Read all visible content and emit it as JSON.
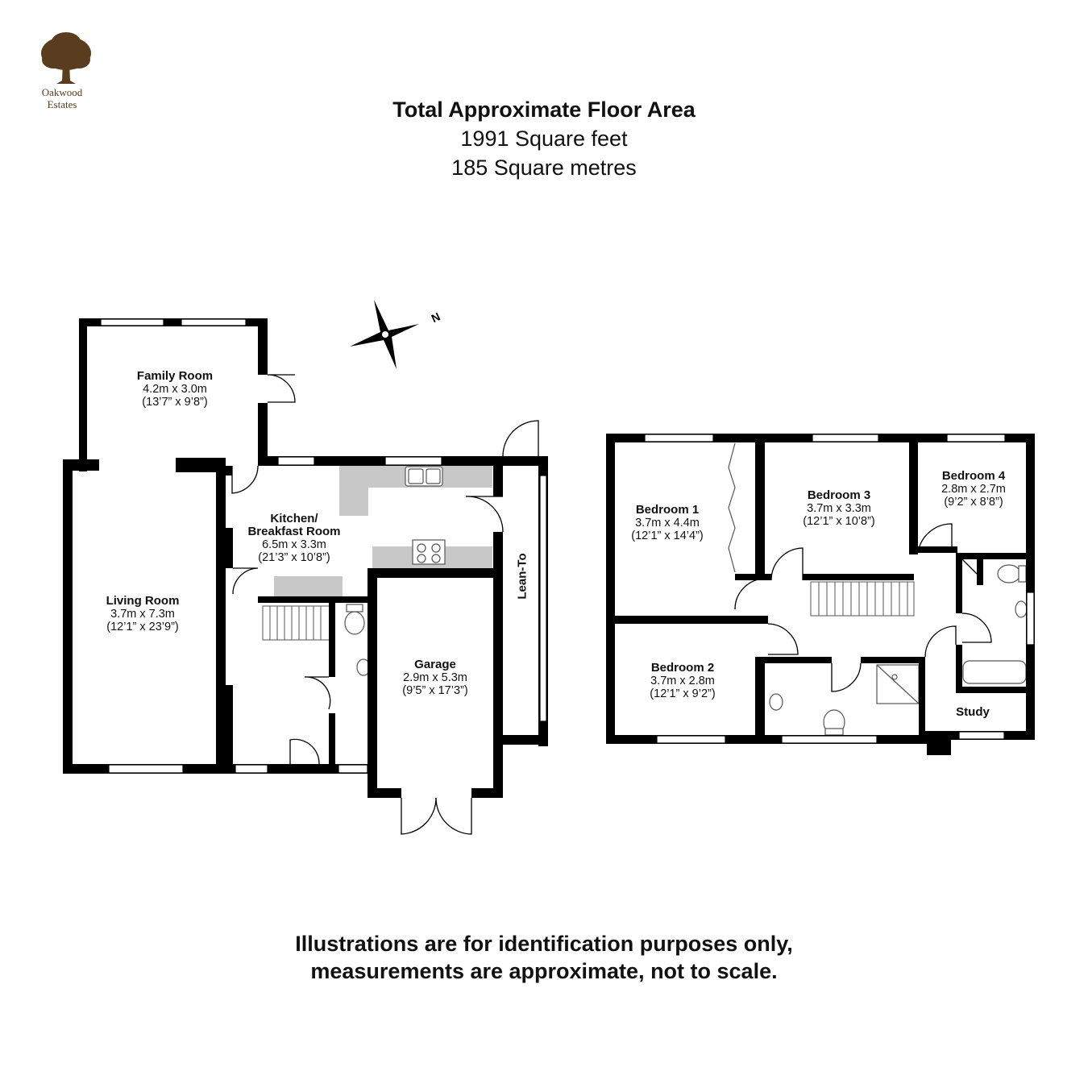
{
  "logo": {
    "name_line1": "Oakwood",
    "name_line2": "Estates",
    "icon": "oak-tree-icon",
    "color": "#5a3c1f"
  },
  "header": {
    "title": "Total Approximate Floor Area",
    "area_sqft": "1991 Square feet",
    "area_sqm": "185 Square metres"
  },
  "compass": {
    "label": "N",
    "icon": "compass-star-icon"
  },
  "ground_floor": {
    "family_room": {
      "name": "Family Room",
      "metric": "4.2m x 3.0m",
      "imperial": "(13’7” x 9’8”)"
    },
    "living_room": {
      "name": "Living Room",
      "metric": "3.7m x 7.3m",
      "imperial": "(12’1” x 23’9”)"
    },
    "kitchen": {
      "name_line1": "Kitchen/",
      "name_line2": "Breakfast Room",
      "metric": "6.5m x 3.3m",
      "imperial": "(21’3” x 10’8”)"
    },
    "garage": {
      "name": "Garage",
      "metric": "2.9m x 5.3m",
      "imperial": "(9’5” x 17’3”)"
    },
    "lean_to": {
      "name": "Lean-To"
    }
  },
  "first_floor": {
    "bedroom1": {
      "name": "Bedroom 1",
      "metric": "3.7m x 4.4m",
      "imperial": "(12’1” x 14’4”)"
    },
    "bedroom2": {
      "name": "Bedroom 2",
      "metric": "3.7m x 2.8m",
      "imperial": "(12’1” x 9’2”)"
    },
    "bedroom3": {
      "name": "Bedroom 3",
      "metric": "3.7m x 3.3m",
      "imperial": "(12’1” x 10’8”)"
    },
    "bedroom4": {
      "name": "Bedroom 4",
      "metric": "2.8m x 2.7m",
      "imperial": "(9’2” x 8’8”)"
    },
    "study": {
      "name": "Study"
    }
  },
  "disclaimer": {
    "line1": "Illustrations are for identification purposes only,",
    "line2": "measurements are approximate, not to scale."
  },
  "colors": {
    "wall": "#000000",
    "fitting": "#c8c8c8",
    "window": "#ffffff",
    "fixture_line": "#555555"
  }
}
